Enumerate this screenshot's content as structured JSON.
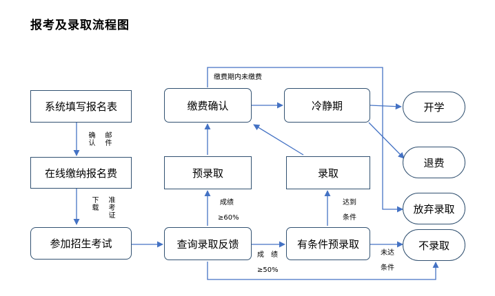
{
  "title": "报考及录取流程图",
  "nodes": {
    "fill_form": "系统填写报名表",
    "pay_fee": "在线缴纳报名费",
    "exam": "参加招生考试",
    "query": "查询录取反馈",
    "pre_admit": "预录取",
    "pay_confirm": "缴费确认",
    "cooling": "冷静期",
    "admit": "录取",
    "cond_pre_admit": "有条件预录取",
    "school_start": "开学",
    "refund": "退费",
    "give_up": "放弃录取",
    "not_admitted": "不录取"
  },
  "edge_labels": {
    "confirm": "确认",
    "email": "邮件",
    "download": "下载",
    "ticket": "准考证",
    "score_ge60_a": "成绩",
    "score_ge60_b": "≥60%",
    "reach_a": "达到",
    "reach_b": "条件",
    "score_ge50_a": "成　绩",
    "score_ge50_b": "≥50%",
    "not_reach_a": "未达",
    "not_reach_b": "条件",
    "unpaid": "缴费期内未缴费"
  },
  "colors": {
    "arrow": "#4472c4",
    "border": "#2f4f6f"
  }
}
